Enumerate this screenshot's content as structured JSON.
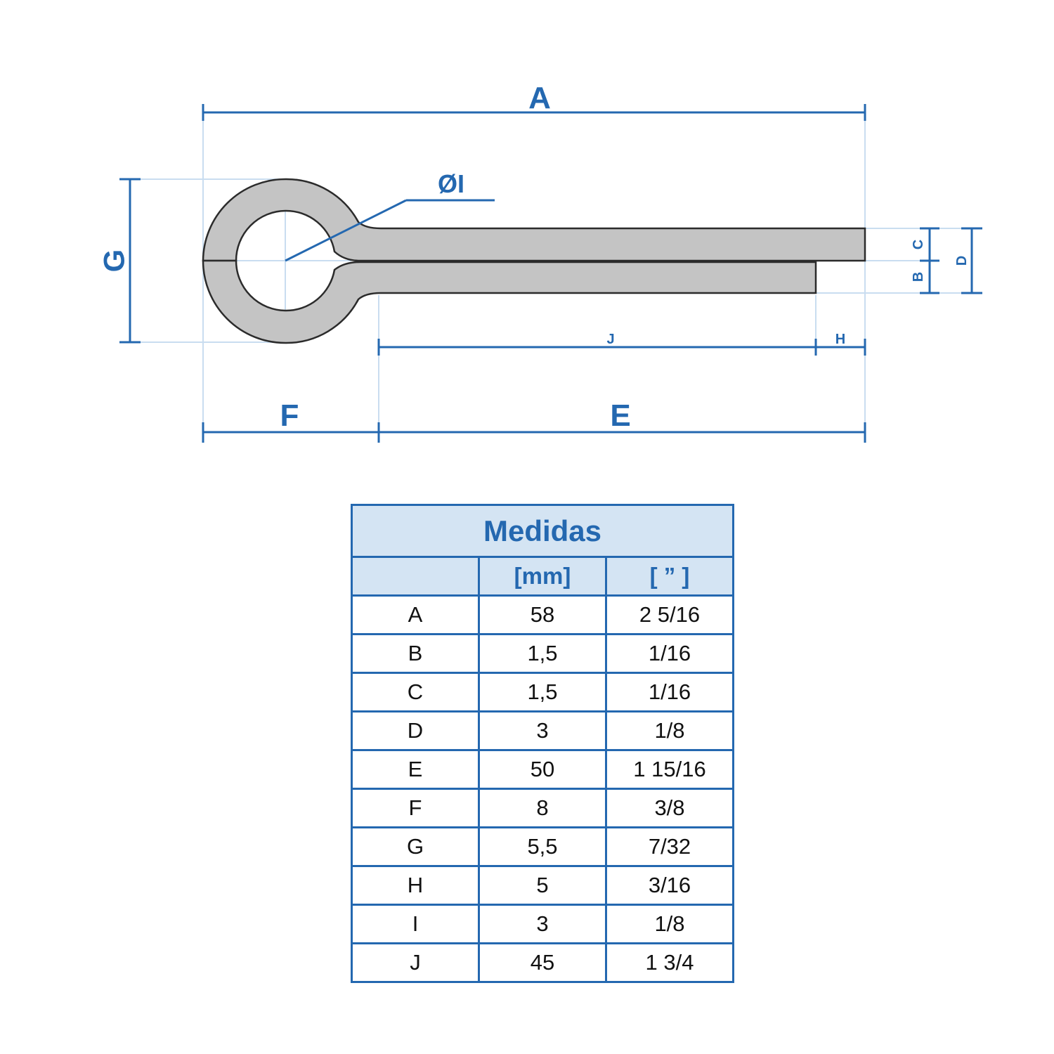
{
  "diagram": {
    "labels": {
      "A": "A",
      "B": "B",
      "C": "C",
      "D": "D",
      "E": "E",
      "F": "F",
      "G": "G",
      "H": "H",
      "I": "ØI",
      "J": "J"
    },
    "colors": {
      "dimension_line": "#2468b0",
      "extension_line": "#c9ddf0",
      "pin_fill": "#c4c4c4",
      "pin_stroke": "#2b2b2b"
    }
  },
  "table": {
    "title": "Medidas",
    "headers": [
      "",
      "[mm]",
      "[ ” ]"
    ],
    "rows": [
      {
        "label": "A",
        "mm": "58",
        "inch": "2 5/16"
      },
      {
        "label": "B",
        "mm": "1,5",
        "inch": "1/16"
      },
      {
        "label": "C",
        "mm": "1,5",
        "inch": "1/16"
      },
      {
        "label": "D",
        "mm": "3",
        "inch": "1/8"
      },
      {
        "label": "E",
        "mm": "50",
        "inch": "1 15/16"
      },
      {
        "label": "F",
        "mm": "8",
        "inch": "3/8"
      },
      {
        "label": "G",
        "mm": "5,5",
        "inch": "7/32"
      },
      {
        "label": "H",
        "mm": "5",
        "inch": "3/16"
      },
      {
        "label": "I",
        "mm": "3",
        "inch": "1/8"
      },
      {
        "label": "J",
        "mm": "45",
        "inch": "1 3/4"
      }
    ]
  }
}
